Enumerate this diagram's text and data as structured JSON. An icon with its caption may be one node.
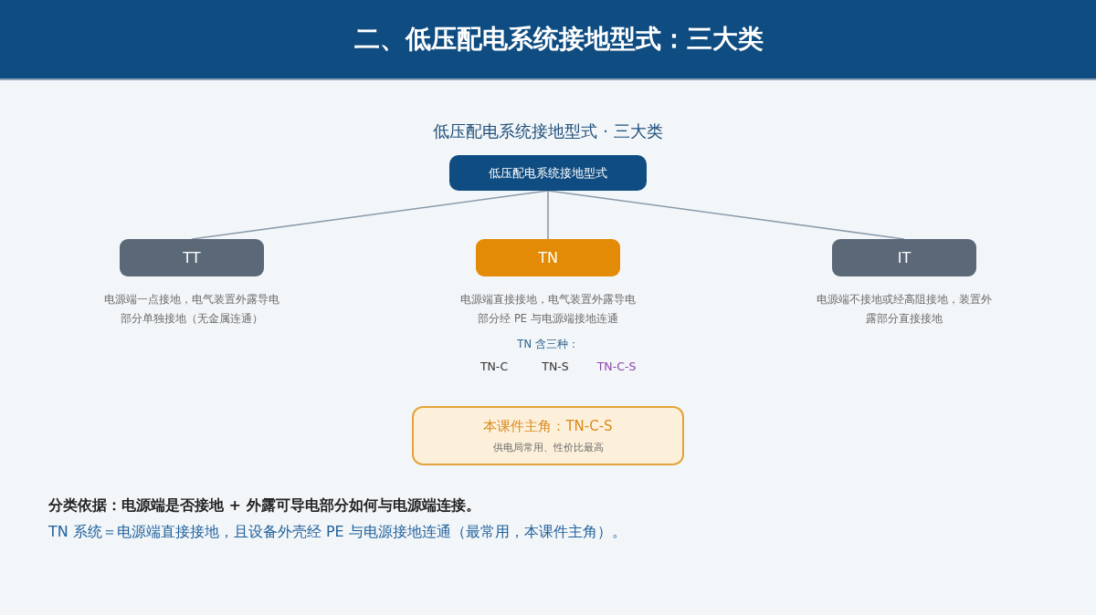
{
  "diagram": {
    "title": "二、低压配电系统接地型式：三大类",
    "nodes": [
      {
        "text": [
          "低压配电系统接地型式"
        ]
      },
      {
        "text": [
          "TT"
        ],
        "beside": [
          "电源端一点接地，电气装置外露导电部分单独接地（无金属连通）"
        ]
      },
      {
        "text": [
          "TN"
        ],
        "beside": [
          "电源端直接接地，电气装置外露导电部分经 PE 与电源端接地连通"
        ]
      },
      {
        "text": [
          "IT"
        ],
        "beside": [
          "电源端不接地或经高阻接地，装置外露部分直接接地"
        ]
      },
      {
        "text": [
          "本课件主角：TN-C-S",
          "供电局常用、性价比最高"
        ]
      }
    ],
    "edges": [
      {
        "from": 0,
        "to": 1,
        "arrow": "none"
      },
      {
        "from": 0,
        "to": 2,
        "arrow": "none"
      },
      {
        "from": 0,
        "to": 3,
        "arrow": "none"
      }
    ],
    "labels": [
      "低压配电系统接地型式 · 三大类",
      "TN 含三种：",
      "TN-C",
      "TN-S",
      "TN-C-S",
      "分类依据：电源端是否接地 + 外露可导电部分如何与电源端连接。",
      "TN 系统＝电源端直接接地，且设备外壳经 PE 与电源接地连通（最常用，本课件主角）。"
    ]
  }
}
